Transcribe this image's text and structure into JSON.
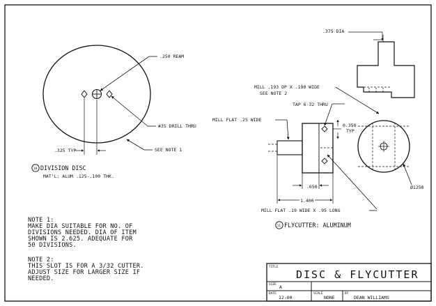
{
  "drawing": {
    "division_disc": {
      "reamer_callout": ".250 REAM",
      "drill_callout": "#35 DRILL THRU",
      "see_note": "SEE NOTE 1",
      "typ_dim": ".325 TYP",
      "item_number": "10",
      "title": "DIVISION DISC",
      "material": "MAT'L: ALUM .125-.100 THK."
    },
    "flycutter": {
      "dia_callout": ".375 DIA",
      "mill_callout_1": "MILL .193 DP X .190 WIDE",
      "mill_callout_2": "SEE NOTE 2",
      "tap_callout": "TAP 6-32 THRU",
      "mill_flat_callout": "MILL FLAT .25 WIDE",
      "dim_050": "0.350",
      "dim_050_typ": "TYP",
      "dim_650": ".650",
      "dim_1400": "1.400",
      "dim_dia": "Ø1250",
      "mill_flat_2": "MILL FLAT .19 WIDE X .95 LONG",
      "item_number": "11",
      "title": "FLYCUTTER: ALUMINUM"
    },
    "notes": {
      "note1_heading": "NOTE 1:",
      "note1_lines": [
        "MAKE DIA SUITABLE FOR NO. OF",
        "DIVISIONS NEEDED.  DIA OF ITEM",
        "SHOWN IS 2.625.  ADEQUATE FOR",
        "50 DIVISIONS."
      ],
      "note2_heading": "NOTE 2:",
      "note2_lines": [
        "THIS SLOT IS FOR A 3/32 CUTTER.",
        "ADJUST SIZE FOR LARGER SIZE IF",
        "NEEDED."
      ]
    },
    "title_block": {
      "title_label": "TITLE",
      "title": "DISC & FLYCUTTER",
      "size_label": "SIZE",
      "size": "A",
      "date_label": "DATE",
      "date": "12-00",
      "scale_label": "SCALE",
      "scale": "NONE",
      "by_label": "BY",
      "by": "DEAN WILLIAMS"
    }
  }
}
